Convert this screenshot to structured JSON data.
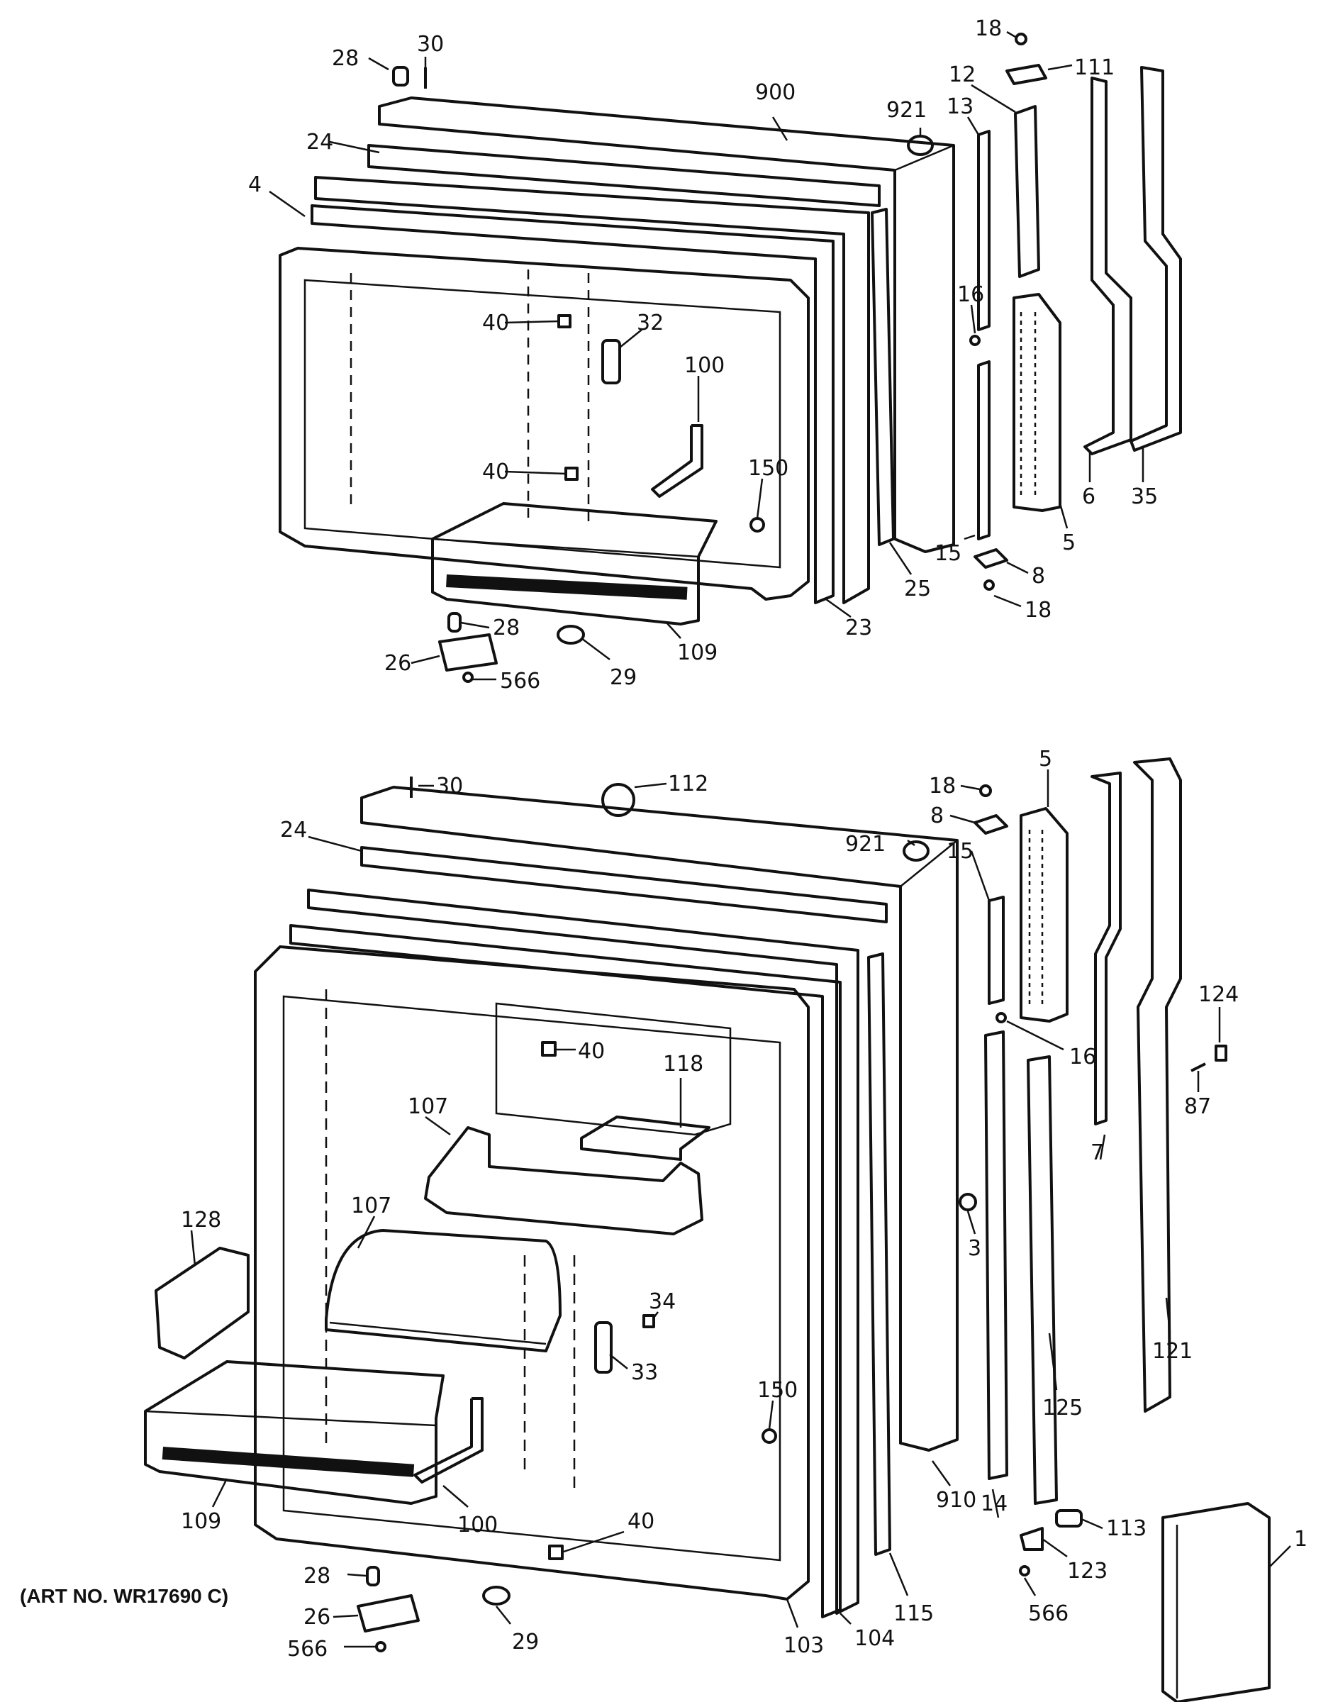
{
  "art_number": "(ART NO. WR17690 C)",
  "callouts": [
    {
      "id": "fz-28",
      "text": "28"
    },
    {
      "id": "fz-30",
      "text": "30"
    },
    {
      "id": "fz-900",
      "text": "900"
    },
    {
      "id": "fz-921",
      "text": "921"
    },
    {
      "id": "fz-24",
      "text": "24"
    },
    {
      "id": "fz-4",
      "text": "4"
    },
    {
      "id": "fz-18a",
      "text": "18"
    },
    {
      "id": "fz-111",
      "text": "111"
    },
    {
      "id": "fz-12",
      "text": "12"
    },
    {
      "id": "fz-13",
      "text": "13"
    },
    {
      "id": "fz-16",
      "text": "16"
    },
    {
      "id": "fz-40a",
      "text": "40"
    },
    {
      "id": "fz-32",
      "text": "32"
    },
    {
      "id": "fz-100",
      "text": "100"
    },
    {
      "id": "fz-40b",
      "text": "40"
    },
    {
      "id": "fz-150",
      "text": "150"
    },
    {
      "id": "fz-6",
      "text": "6"
    },
    {
      "id": "fz-35",
      "text": "35"
    },
    {
      "id": "fz-5",
      "text": "5"
    },
    {
      "id": "fz-15",
      "text": "15"
    },
    {
      "id": "fz-8",
      "text": "8"
    },
    {
      "id": "fz-18b",
      "text": "18"
    },
    {
      "id": "fz-25",
      "text": "25"
    },
    {
      "id": "fz-23",
      "text": "23"
    },
    {
      "id": "fz-109",
      "text": "109"
    },
    {
      "id": "fz-28b",
      "text": "28"
    },
    {
      "id": "fz-26",
      "text": "26"
    },
    {
      "id": "fz-566",
      "text": "566"
    },
    {
      "id": "fz-29",
      "text": "29"
    },
    {
      "id": "ff-30",
      "text": "30"
    },
    {
      "id": "ff-112",
      "text": "112"
    },
    {
      "id": "ff-18",
      "text": "18"
    },
    {
      "id": "ff-5",
      "text": "5"
    },
    {
      "id": "ff-8",
      "text": "8"
    },
    {
      "id": "ff-921",
      "text": "921"
    },
    {
      "id": "ff-15",
      "text": "15"
    },
    {
      "id": "ff-24",
      "text": "24"
    },
    {
      "id": "ff-40a",
      "text": "40"
    },
    {
      "id": "ff-118",
      "text": "118"
    },
    {
      "id": "ff-107a",
      "text": "107"
    },
    {
      "id": "ff-16",
      "text": "16"
    },
    {
      "id": "ff-124",
      "text": "124"
    },
    {
      "id": "ff-87",
      "text": "87"
    },
    {
      "id": "ff-7",
      "text": "7"
    },
    {
      "id": "ff-128",
      "text": "128"
    },
    {
      "id": "ff-107b",
      "text": "107"
    },
    {
      "id": "ff-3",
      "text": "3"
    },
    {
      "id": "ff-125",
      "text": "125"
    },
    {
      "id": "ff-121",
      "text": "121"
    },
    {
      "id": "ff-34",
      "text": "34"
    },
    {
      "id": "ff-33",
      "text": "33"
    },
    {
      "id": "ff-150",
      "text": "150"
    },
    {
      "id": "ff-109",
      "text": "109"
    },
    {
      "id": "ff-100",
      "text": "100"
    },
    {
      "id": "ff-40b",
      "text": "40"
    },
    {
      "id": "ff-113",
      "text": "113"
    },
    {
      "id": "ff-14",
      "text": "14"
    },
    {
      "id": "ff-910",
      "text": "910"
    },
    {
      "id": "ff-123",
      "text": "123"
    },
    {
      "id": "ff-1",
      "text": "1"
    },
    {
      "id": "ff-28",
      "text": "28"
    },
    {
      "id": "ff-26",
      "text": "26"
    },
    {
      "id": "ff-566",
      "text": "566"
    },
    {
      "id": "ff-29",
      "text": "29"
    },
    {
      "id": "ff-103",
      "text": "103"
    },
    {
      "id": "ff-104",
      "text": "104"
    },
    {
      "id": "ff-115",
      "text": "115"
    },
    {
      "id": "ff-566b",
      "text": "566"
    }
  ]
}
